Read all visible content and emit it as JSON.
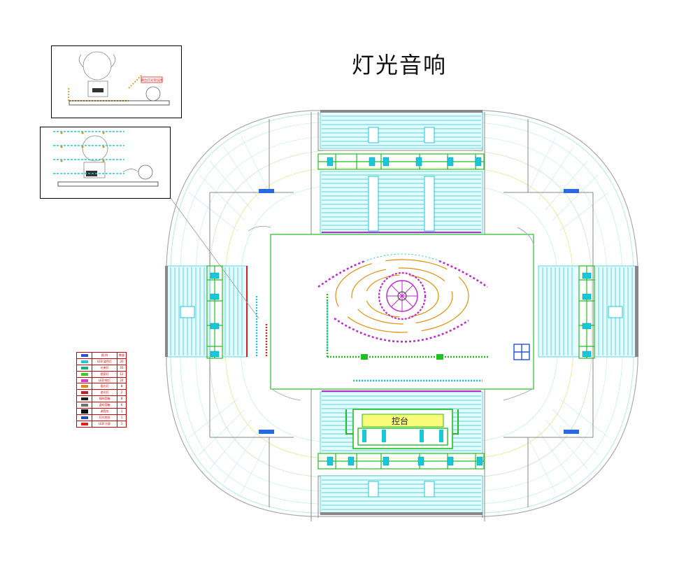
{
  "title": "灯光音响",
  "console_label": "控台",
  "inset_top_label": "舞台灯光架设图",
  "legend": {
    "rows": [
      {
        "text": "图  例",
        "qty": "数量",
        "color": "#3050e0"
      },
      {
        "text": "LED 染色灯",
        "qty": "20",
        "color": "#19c8e0"
      },
      {
        "text": "光束灯",
        "qty": "16",
        "color": "#1ab07a"
      },
      {
        "text": "图案灯",
        "qty": "12",
        "color": "#2fd02f"
      },
      {
        "text": "LED 帕灯",
        "qty": "24",
        "color": "#d33ad3"
      },
      {
        "text": "面光灯",
        "qty": "8",
        "color": "#e08a1a"
      },
      {
        "text": "追光灯",
        "qty": "2",
        "color": "#c02020"
      },
      {
        "text": "线阵音箱",
        "qty": "8",
        "color": "#202020"
      },
      {
        "text": "返听音箱",
        "qty": "6",
        "color": "#707070"
      },
      {
        "text": "调音台",
        "qty": "1",
        "color": "#101010"
      },
      {
        "text": "灯光控台",
        "qty": "1",
        "color": "#2050c0"
      },
      {
        "text": "LED 大屏",
        "qty": "1",
        "color": "#e02020"
      }
    ]
  },
  "colors": {
    "seat": "#19c8d8",
    "stage": "#21c021",
    "orange": "#e0900a",
    "magenta": "#c02ad0",
    "outline": "#999999"
  }
}
